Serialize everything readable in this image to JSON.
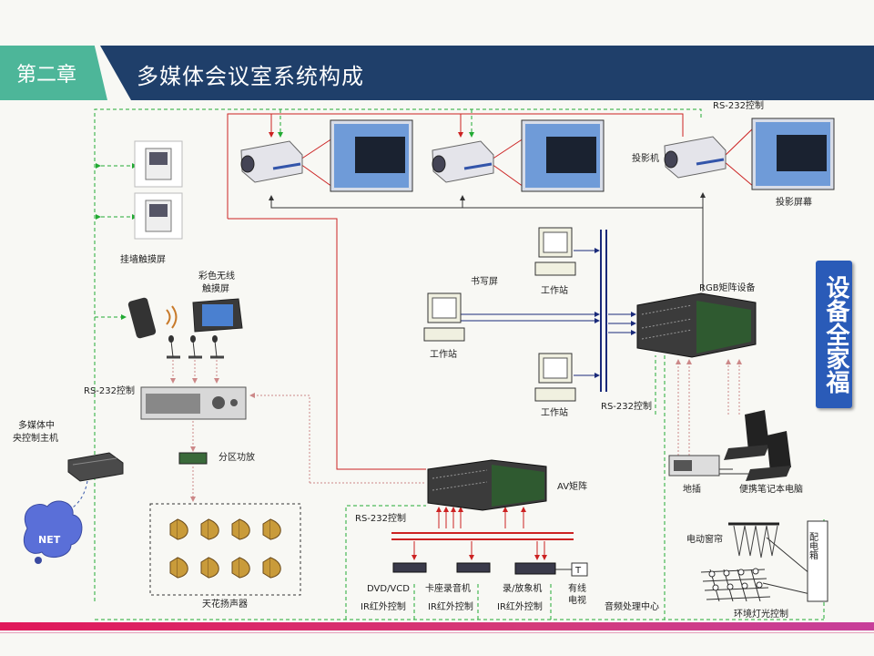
{
  "header": {
    "chapter": "第二章",
    "title": "多媒体会议室系统构成"
  },
  "badge": "设备全家福",
  "labels": {
    "rs232_top": "RS-232控制",
    "projector": "投影机",
    "projector_screen": "投影屏幕",
    "wall_touch": "挂墙触摸屏",
    "color_wireless_1": "彩色无线",
    "color_wireless_2": "触摸屏",
    "writing_screen": "书写屏",
    "workstation_top": "工作站",
    "workstation_mid": "工作站",
    "workstation_bottom": "工作站",
    "rgb_matrix": "RGB矩阵设备",
    "rs232_mid": "RS-232控制",
    "rs232_left": "RS-232控制",
    "host_1": "多媒体中",
    "host_2": "央控制主机",
    "zone_amp": "分区功放",
    "av_matrix": "AV矩阵",
    "rs232_bottom": "RS-232控制",
    "net": "NET",
    "ceiling_speakers": "天花扬声器",
    "dvd": "DVD/VCD",
    "cassette": "卡座录音机",
    "recorder": "录/放象机",
    "cable_tv_1": "有线",
    "cable_tv_2": "电视",
    "ir_1": "IR红外控制",
    "ir_2": "IR红外控制",
    "ir_3": "IR红外控制",
    "audio_center": "音频处理中心",
    "floor_box": "地插",
    "laptop": "便携笔记本电脑",
    "curtain": "电动窗帘",
    "power_box": "配电箱",
    "lighting": "环境灯光控制",
    "tv_box": "T"
  },
  "colors": {
    "accent_green": "#4db699",
    "title_navy": "#1f3f6a",
    "badge_blue": "#2a5bb8",
    "signal_red": "#cc2222",
    "control_green": "#22aa33",
    "link_navy": "#1a2a7a"
  }
}
